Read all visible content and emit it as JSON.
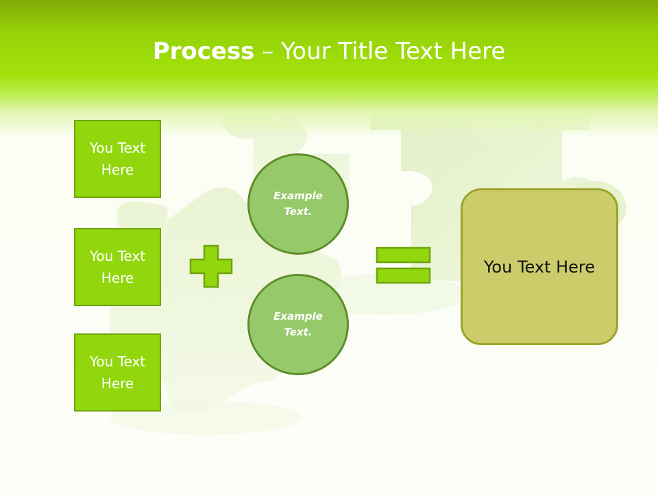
{
  "slide": {
    "title_bold": "Process",
    "title_rest": " – Your Title Text Here"
  },
  "inputs": [
    {
      "label": "You Text Here"
    },
    {
      "label": "You Text Here"
    },
    {
      "label": "You Text Here"
    }
  ],
  "circles": [
    {
      "label": "Example Text."
    },
    {
      "label": "Example Text."
    }
  ],
  "result": {
    "label": "You Text Here"
  },
  "icons": {
    "operator_1": "plus-icon",
    "operator_2": "equals-icon",
    "background": "puzzle-pieces"
  },
  "colors": {
    "header_top": "#7faa05",
    "header_green": "#a3e20c",
    "box_fill": "#92d70e",
    "circle_fill": "#96c96a",
    "result_fill": "#cccc6a",
    "operator_fill": "#92d70e"
  }
}
